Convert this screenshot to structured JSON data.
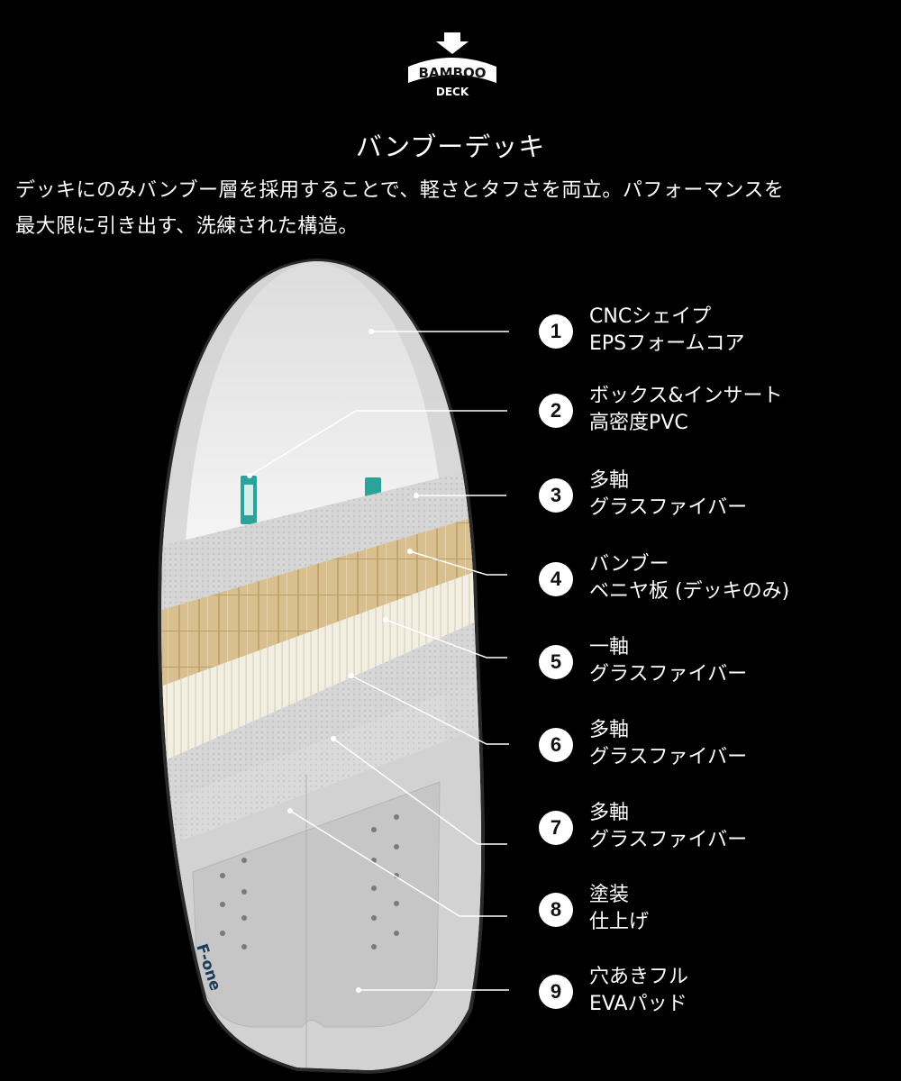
{
  "badge": {
    "line1": "BAMBOO",
    "line2": "DECK",
    "icon": "down-arrow-icon"
  },
  "header": {
    "title": "バンブーデッキ",
    "description_line1": "デッキにのみバンブー層を採用することで、軽さとタフさを両立。パフォーマンスを",
    "description_line2": "最大限に引き出す、洗練された構造。"
  },
  "board": {
    "brand": "F-one",
    "colors": {
      "background": "#000000",
      "shell": "#d9d9d9",
      "bamboo": "#d8bd8a",
      "unidirectional": "#efeadb",
      "fiberglass": "#c9c9c9",
      "pad": "#c8c8c8",
      "insert": "#2aa39a",
      "brand_text": "#1b3a5c"
    }
  },
  "layers": [
    {
      "number": "1",
      "line1": "CNCシェイプ",
      "line2": "EPSフォームコア"
    },
    {
      "number": "2",
      "line1": "ボックス&インサート",
      "line2": "高密度PVC"
    },
    {
      "number": "3",
      "line1": "多軸",
      "line2": "グラスファイバー"
    },
    {
      "number": "4",
      "line1": "バンブー",
      "line2": "ベニヤ板 (デッキのみ)"
    },
    {
      "number": "5",
      "line1": "一軸",
      "line2": "グラスファイバー"
    },
    {
      "number": "6",
      "line1": "多軸",
      "line2": "グラスファイバー"
    },
    {
      "number": "7",
      "line1": "多軸",
      "line2": "グラスファイバー"
    },
    {
      "number": "8",
      "line1": "塗装",
      "line2": "仕上げ"
    },
    {
      "number": "9",
      "line1": "穴あきフル",
      "line2": "EVAパッド"
    }
  ]
}
